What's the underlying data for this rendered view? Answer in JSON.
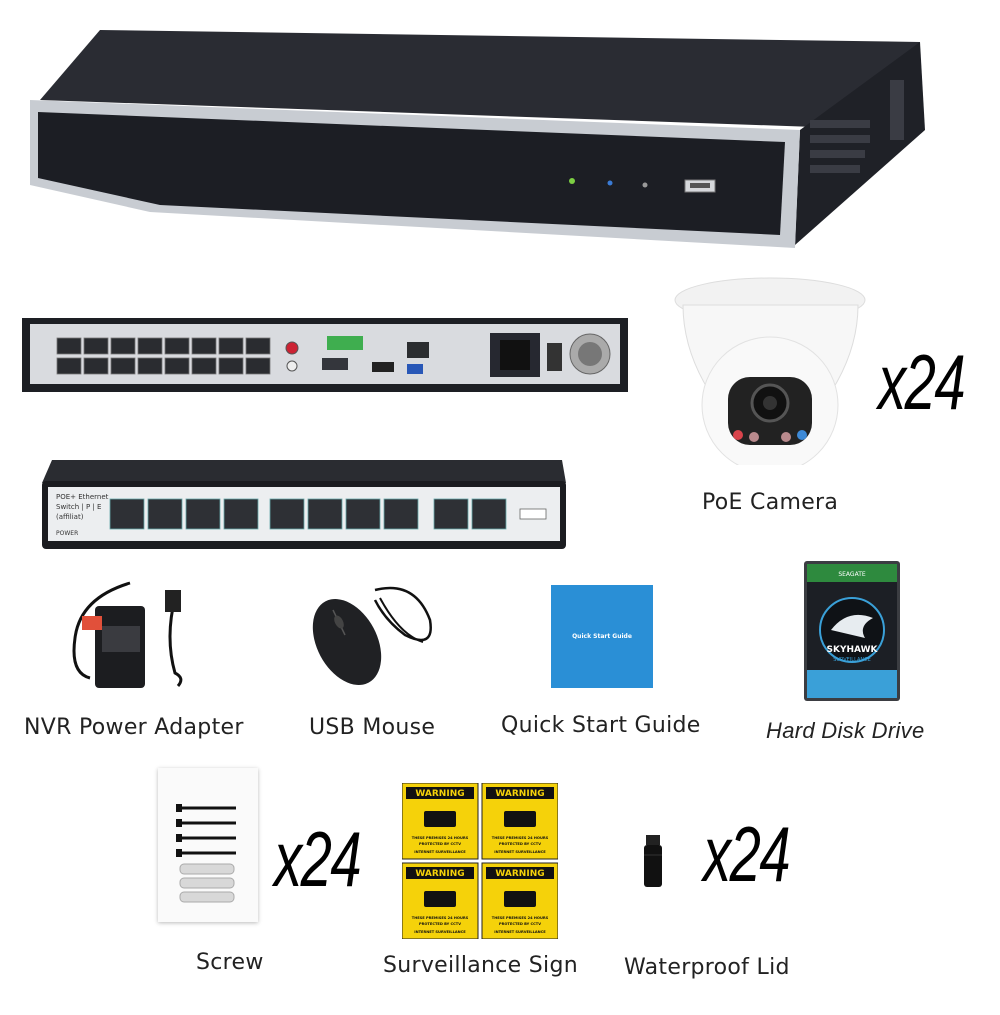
{
  "products": {
    "nvr_front": {
      "name": "NVR (front)"
    },
    "nvr_rear": {
      "name": "NVR (rear)"
    },
    "poe_switch": {
      "panel_text_1": "POE+ Ethernet",
      "panel_text_2": "Switch | P | E",
      "panel_text_3": "(affiliat)",
      "power": "POWER"
    },
    "camera": {
      "label": "PoE Camera",
      "quantity": "x24"
    },
    "power_adapter": {
      "label": "NVR Power Adapter"
    },
    "mouse": {
      "label": "USB Mouse"
    },
    "guide": {
      "label": "Quick Start Guide",
      "cover_text": "Quick Start Guide"
    },
    "hdd": {
      "label": "Hard Disk Drive",
      "brand": "SEAGATE",
      "model": "SKYHAWK",
      "tagline": "SURVEILLANCE"
    },
    "screw": {
      "label": "Screw",
      "quantity": "x24"
    },
    "sign": {
      "label": "Surveillance Sign",
      "warning": "WARNING",
      "line1": "THESE PREMISES 24 HOURS",
      "line2": "PROTECTED BY CCTV",
      "line3": "INTERNET SURVEILLANCE"
    },
    "lid": {
      "label": "Waterproof Lid",
      "quantity": "x24"
    }
  },
  "colors": {
    "label": "#222222",
    "nvr_body": "#2b2d36",
    "nvr_silver": "#c9ccd2",
    "sign_yellow": "#f5d20a",
    "hdd_blue": "#3aa0d8",
    "guide_blue": "#2a8fd6"
  }
}
